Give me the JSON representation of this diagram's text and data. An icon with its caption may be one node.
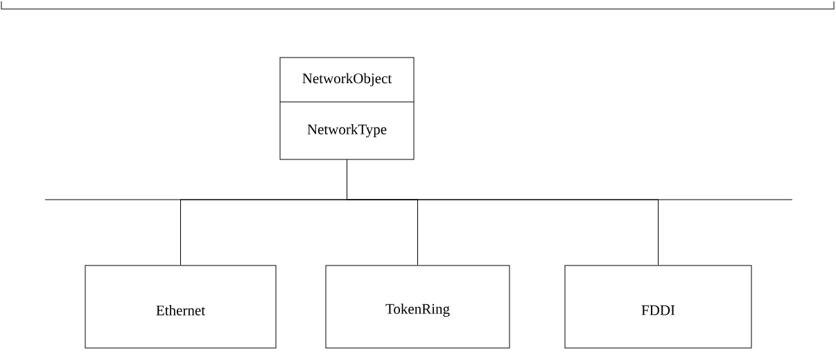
{
  "diagram": {
    "nodes": [
      {
        "text": [
          "NetworkObject",
          "NetworkType"
        ]
      },
      {
        "text": [
          "Ethernet"
        ]
      },
      {
        "text": [
          "TokenRing"
        ]
      },
      {
        "text": [
          "FDDI"
        ]
      }
    ],
    "edges": [
      {
        "from": 0,
        "to": 1,
        "arrow": "none"
      },
      {
        "from": 0,
        "to": 2,
        "arrow": "none"
      },
      {
        "from": 0,
        "to": 3,
        "arrow": "none"
      }
    ]
  }
}
